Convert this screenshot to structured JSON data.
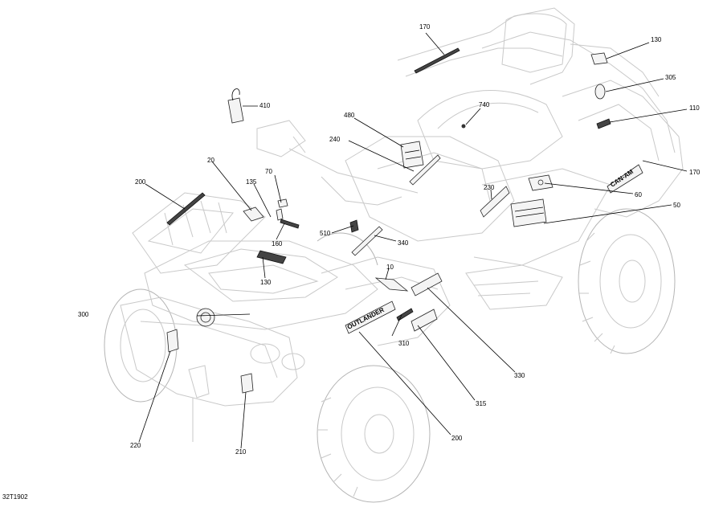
{
  "figure_code": "32T1902",
  "callouts": [
    {
      "id": "c170a",
      "label": "170"
    },
    {
      "id": "c130a",
      "label": "130"
    },
    {
      "id": "c305",
      "label": "305"
    },
    {
      "id": "c110",
      "label": "110"
    },
    {
      "id": "c170b",
      "label": "170"
    },
    {
      "id": "c410",
      "label": "410"
    },
    {
      "id": "c740",
      "label": "740"
    },
    {
      "id": "c480",
      "label": "480"
    },
    {
      "id": "c240",
      "label": "240"
    },
    {
      "id": "c20",
      "label": "20"
    },
    {
      "id": "c200a",
      "label": "200"
    },
    {
      "id": "c135",
      "label": "135"
    },
    {
      "id": "c70",
      "label": "70"
    },
    {
      "id": "c230",
      "label": "230"
    },
    {
      "id": "c60",
      "label": "60"
    },
    {
      "id": "c50",
      "label": "50"
    },
    {
      "id": "c510",
      "label": "510"
    },
    {
      "id": "c340",
      "label": "340"
    },
    {
      "id": "c160",
      "label": "160"
    },
    {
      "id": "c130b",
      "label": "130"
    },
    {
      "id": "c10",
      "label": "10"
    },
    {
      "id": "c300",
      "label": "300"
    },
    {
      "id": "c310",
      "label": "310"
    },
    {
      "id": "c330",
      "label": "330"
    },
    {
      "id": "c315",
      "label": "315"
    },
    {
      "id": "c200b",
      "label": "200"
    },
    {
      "id": "c220",
      "label": "220"
    },
    {
      "id": "c210",
      "label": "210"
    }
  ],
  "decal_text": {
    "outlander": "OUTLANDER",
    "can_am": "CAN-AM"
  }
}
